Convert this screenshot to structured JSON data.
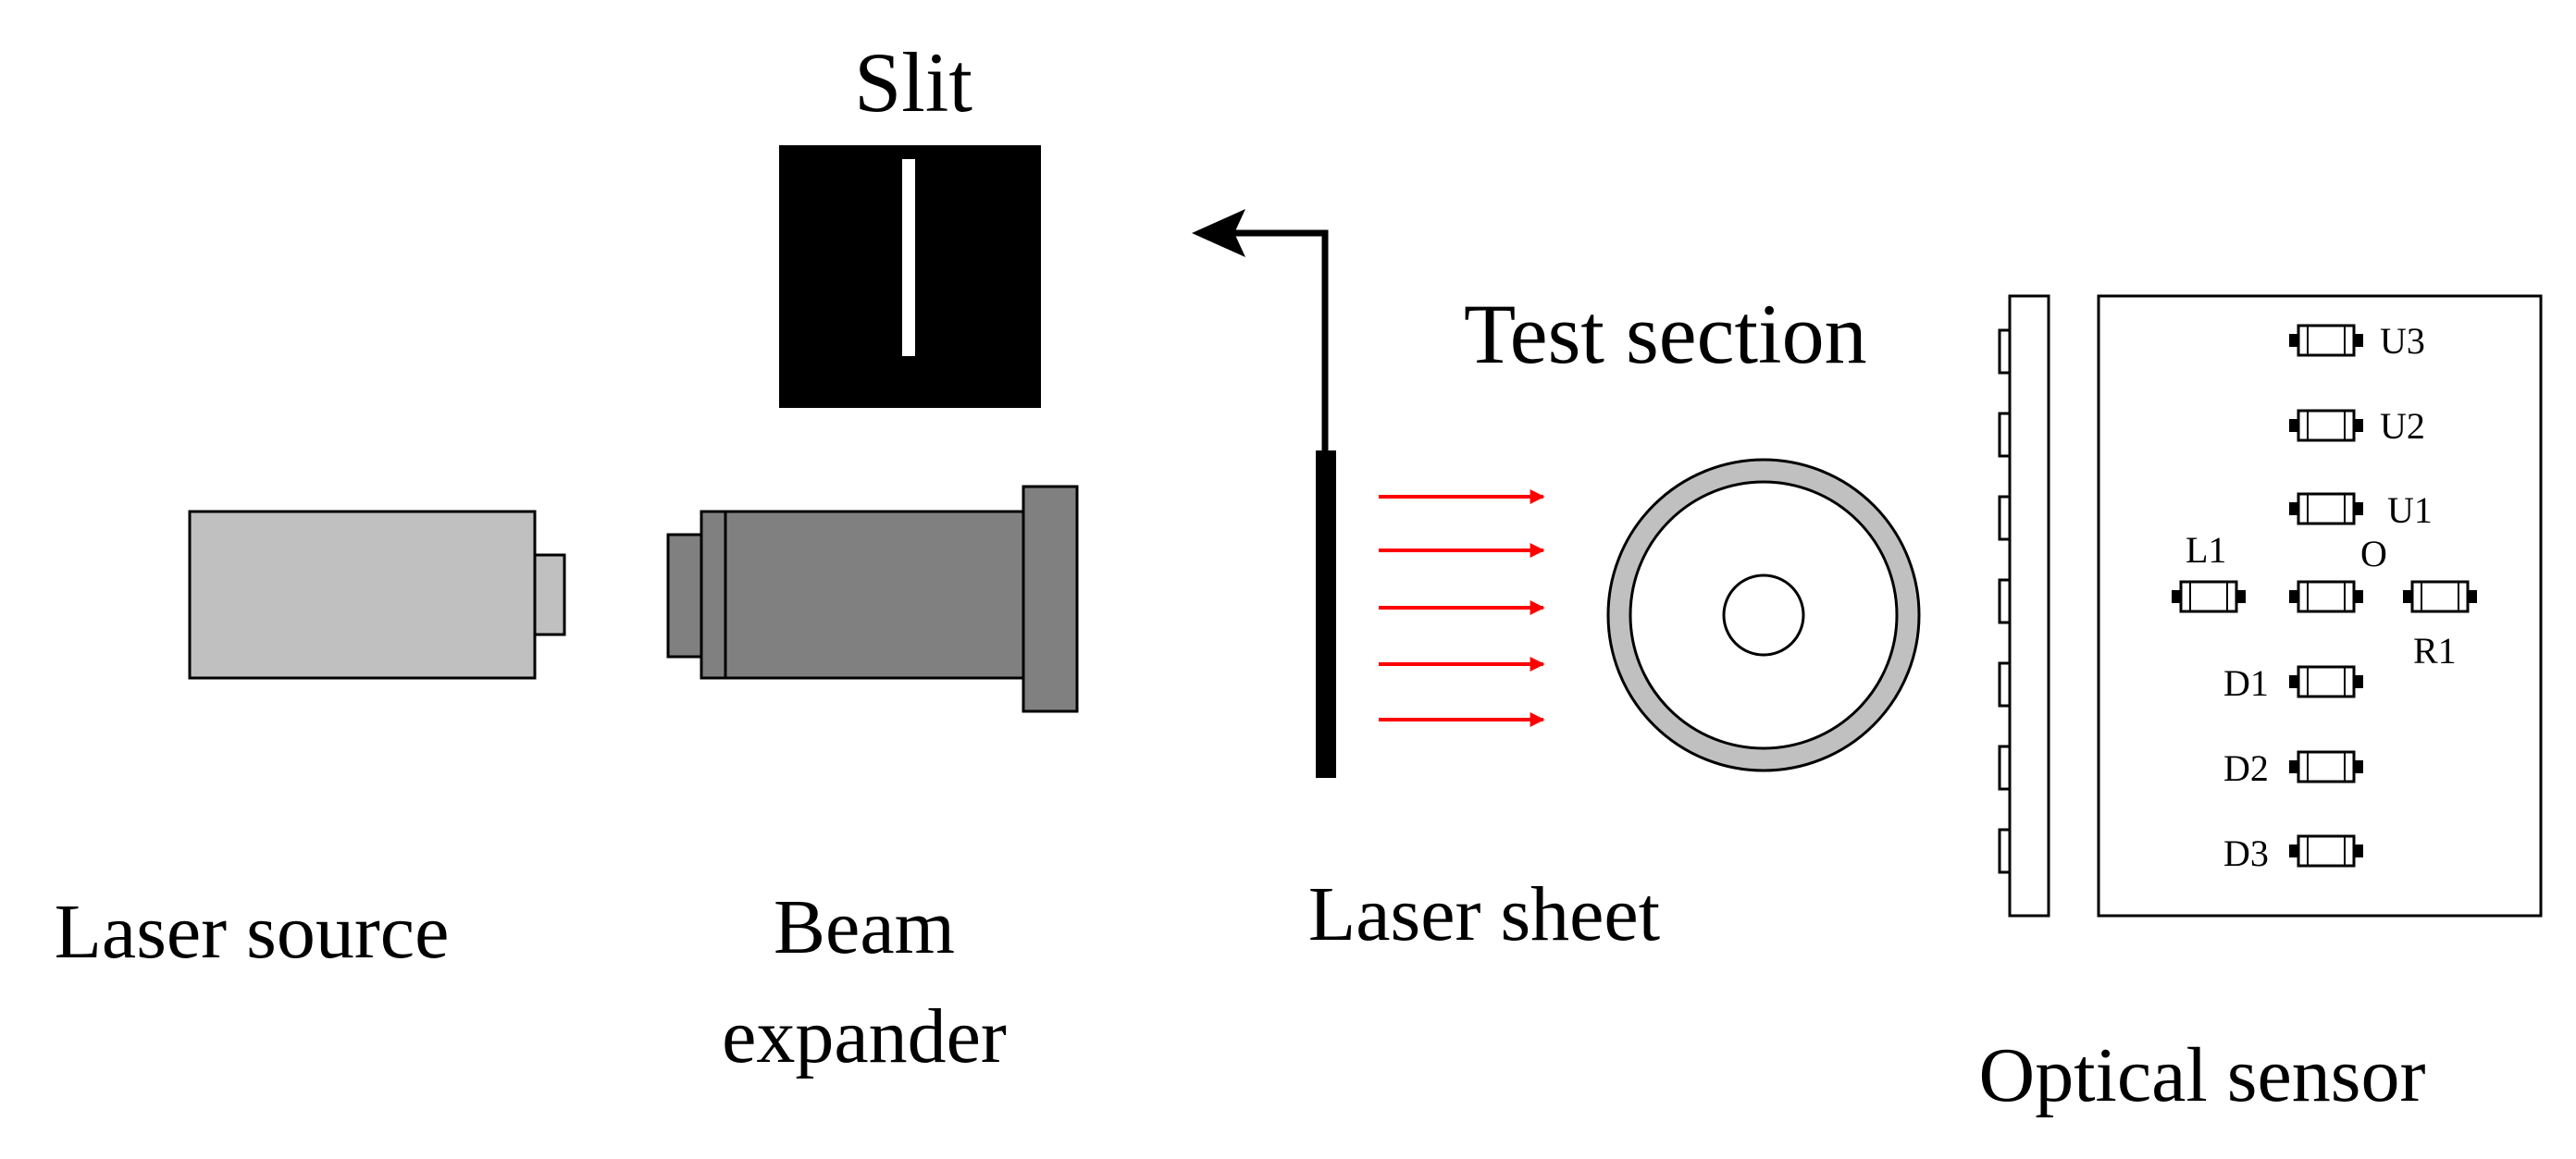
{
  "labels": {
    "slit": "Slit",
    "test_section": "Test section",
    "laser_source": "Laser source",
    "beam_expander_line1": "Beam",
    "beam_expander_line2": "expander",
    "laser_sheet": "Laser sheet",
    "optical_sensor": "Optical sensor"
  },
  "sensor_labels": {
    "u3": "U3",
    "u2": "U2",
    "u1": "U1",
    "o": "O",
    "l1": "L1",
    "r1": "R1",
    "d1": "D1",
    "d2": "D2",
    "d3": "D3"
  },
  "colors": {
    "laser_source": "#c0c0c0",
    "beam_expander": "#808080",
    "laser_arrows": "#ff0000",
    "test_section_ring": "#c0c0c0",
    "slit_background": "#000000"
  }
}
